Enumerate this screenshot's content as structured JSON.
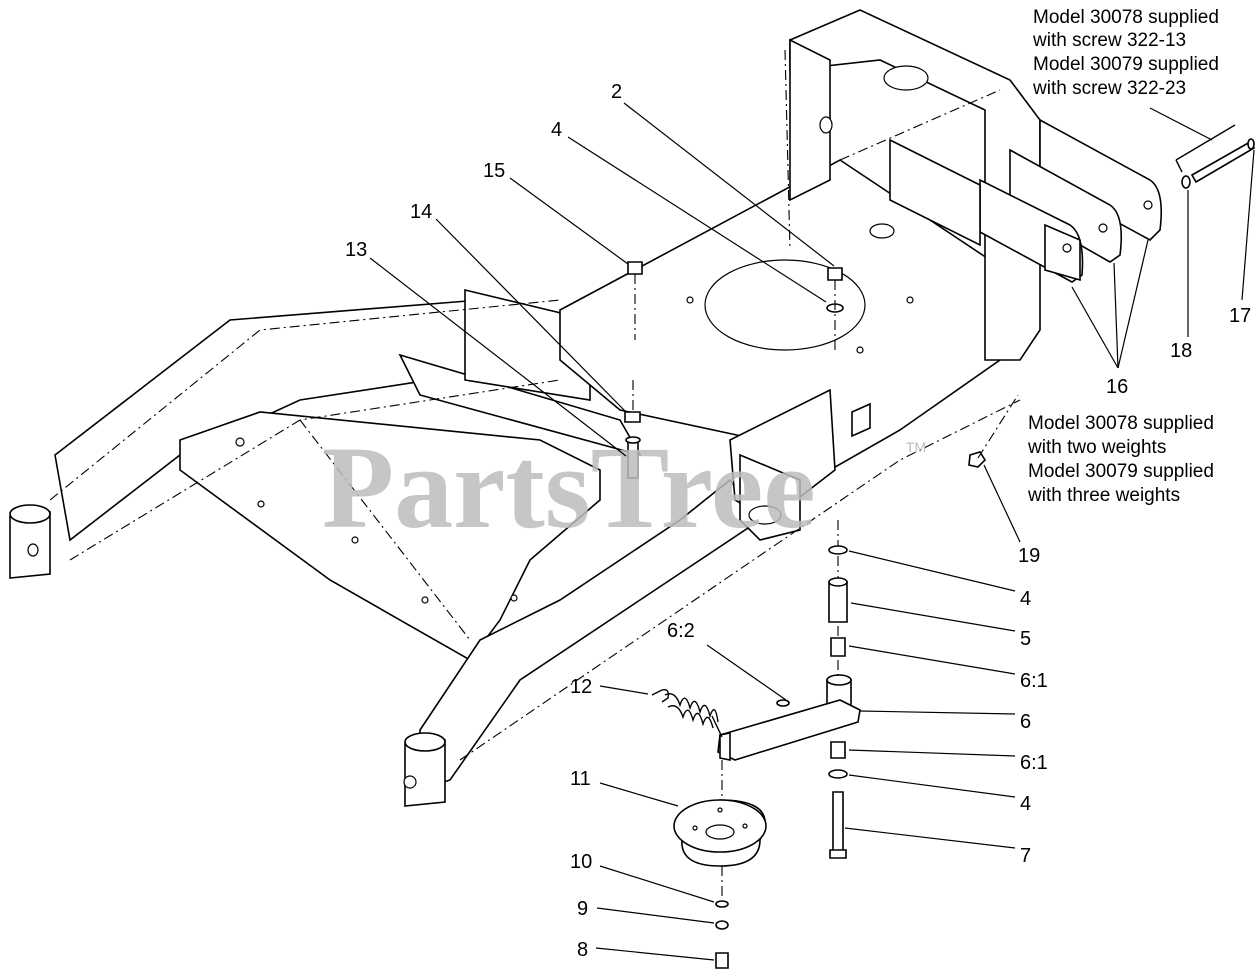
{
  "watermark": {
    "text": "PartsTree",
    "trademark": "TM"
  },
  "notes": {
    "screw_line1": "Model 30078 supplied",
    "screw_line2": "with screw 322-13",
    "screw_line3": "Model 30079 supplied",
    "screw_line4": "with screw 322-23",
    "weights_line1": "Model 30078 supplied",
    "weights_line2": "with two weights",
    "weights_line3": "Model 30079 supplied",
    "weights_line4": "with three weights"
  },
  "callouts": {
    "c2": "2",
    "c4_top": "4",
    "c15": "15",
    "c14": "14",
    "c13": "13",
    "c16": "16",
    "c17": "17",
    "c18": "18",
    "c19": "19",
    "c4_mid": "4",
    "c5": "5",
    "c6_1_top": "6:1",
    "c6_2": "6:2",
    "c6": "6",
    "c12": "12",
    "c6_1_bot": "6:1",
    "c4_bot": "4",
    "c11": "11",
    "c7": "7",
    "c10": "10",
    "c9": "9",
    "c8": "8"
  }
}
